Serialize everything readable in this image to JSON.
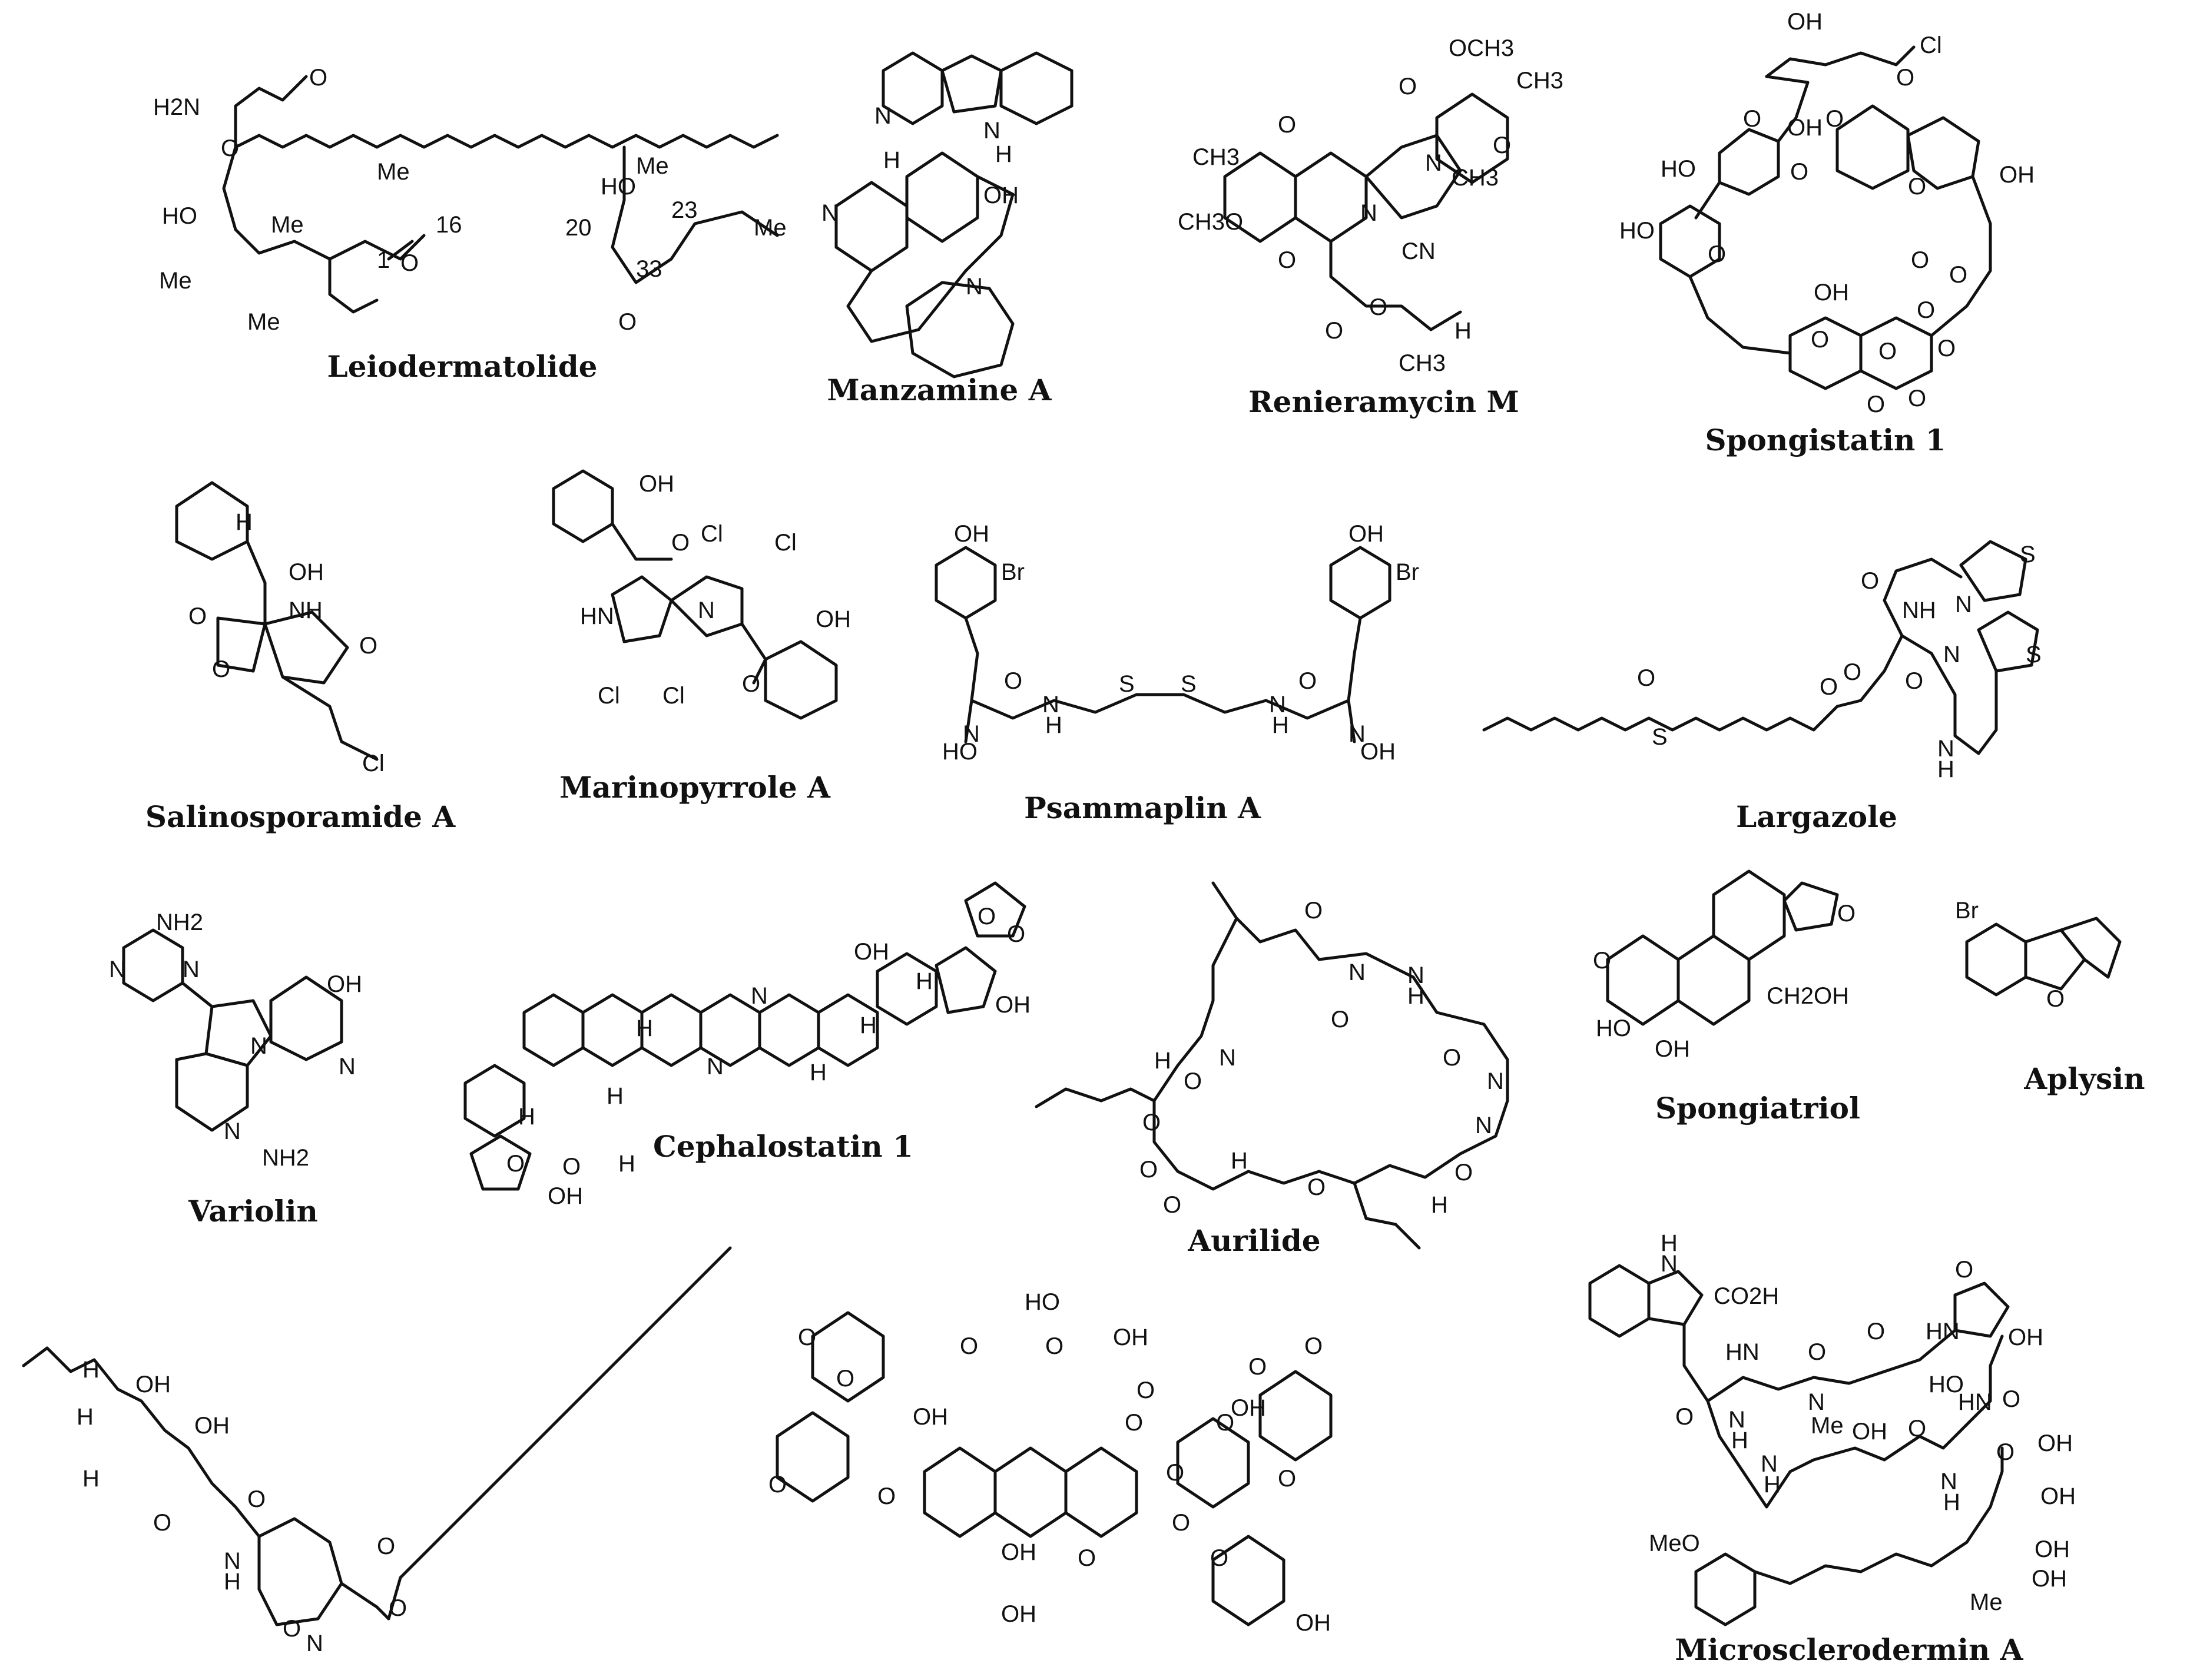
{
  "compounds": [
    {
      "id": "leiodermatolide",
      "label": "Leiodermatolide",
      "atoms": [
        "H2N",
        "O",
        "O",
        "HO",
        "Me",
        "Me",
        "Me",
        "Me",
        "HO",
        "Me",
        "O",
        "O",
        "Me",
        "1",
        "16",
        "20",
        "23",
        "33"
      ]
    },
    {
      "id": "manzamine-a",
      "label": "Manzamine A",
      "atoms": [
        "N",
        "N",
        "H",
        "H",
        "OH",
        "N",
        "N"
      ]
    },
    {
      "id": "renieramycin-m",
      "label": "Renieramycin M",
      "atoms": [
        "OCH3",
        "O",
        "O",
        "CH3",
        "CH3",
        "O",
        "CH3O",
        "O",
        "N",
        "N",
        "CH3",
        "CN",
        "O",
        "O",
        "H",
        "CH3"
      ]
    },
    {
      "id": "spongistatin-1",
      "label": "Spongistatin 1",
      "atoms": [
        "OH",
        "Cl",
        "O",
        "O",
        "OH",
        "O",
        "HO",
        "O",
        "O",
        "OH",
        "HO",
        "O",
        "O",
        "OH",
        "O",
        "O",
        "O",
        "O",
        "O",
        "O",
        "O"
      ]
    },
    {
      "id": "salinosporamide-a",
      "label": "Salinosporamide A",
      "atoms": [
        "H",
        "OH",
        "O",
        "NH",
        "O",
        "O",
        "Cl"
      ]
    },
    {
      "id": "marinopyrrole-a",
      "label": "Marinopyrrole A",
      "atoms": [
        "OH",
        "O",
        "Cl",
        "Cl",
        "HN",
        "N",
        "Cl",
        "Cl",
        "O",
        "OH"
      ]
    },
    {
      "id": "psammaplin-a",
      "label": "Psammaplin A",
      "atoms": [
        "OH",
        "Br",
        "OH",
        "Br",
        "O",
        "N",
        "H",
        "S",
        "S",
        "N",
        "H",
        "O",
        "N",
        "HO",
        "N",
        "OH"
      ]
    },
    {
      "id": "largazole",
      "label": "Largazole",
      "atoms": [
        "O",
        "S",
        "NH",
        "N",
        "O",
        "N",
        "S",
        "O",
        "S",
        "O",
        "O",
        "N",
        "H"
      ]
    },
    {
      "id": "variolin",
      "label": "Variolin",
      "atoms": [
        "NH2",
        "N",
        "N",
        "OH",
        "N",
        "N",
        "N",
        "NH2"
      ]
    },
    {
      "id": "cephalostatin-1",
      "label": "Cephalostatin 1",
      "atoms": [
        "OH",
        "O",
        "O",
        "OH",
        "N",
        "N",
        "H",
        "H",
        "H",
        "H",
        "H",
        "H",
        "O",
        "O",
        "OH",
        "H"
      ]
    },
    {
      "id": "aurilide",
      "label": "Aurilide",
      "atoms": [
        "O",
        "N",
        "O",
        "N",
        "H",
        "O",
        "N",
        "N",
        "O",
        "H",
        "O",
        "O",
        "H",
        "O",
        "O",
        "N",
        "O",
        "H"
      ]
    },
    {
      "id": "spongiatriol",
      "label": "Spongiatriol",
      "atoms": [
        "O",
        "O",
        "HO",
        "OH",
        "CH2OH"
      ]
    },
    {
      "id": "aplysin",
      "label": "Aplysin",
      "atoms": [
        "Br",
        "O"
      ]
    },
    {
      "id": "unnamed-aminolactam",
      "label": "",
      "atoms": [
        "H",
        "OH",
        "H",
        "OH",
        "H",
        "O",
        "O",
        "N",
        "H",
        "O",
        "N",
        "O",
        "O"
      ]
    },
    {
      "id": "unnamed-glycoside",
      "label": "",
      "atoms": [
        "HO",
        "OH",
        "O",
        "O",
        "O",
        "O",
        "O",
        "O",
        "O",
        "O",
        "OH",
        "OH",
        "O",
        "O",
        "O",
        "O",
        "O",
        "OH",
        "OH",
        "O",
        "O",
        "O",
        "OH"
      ]
    },
    {
      "id": "microsclerodermin-a",
      "label": "Microsclerodermin A",
      "atoms": [
        "H",
        "N",
        "CO2H",
        "O",
        "HN",
        "O",
        "HN",
        "N",
        "O",
        "OH",
        "Me",
        "O",
        "HO",
        "N",
        "H",
        "O",
        "HN",
        "O",
        "N",
        "H",
        "OH",
        "O",
        "OH",
        "N",
        "H",
        "OH",
        "OH",
        "MeO",
        "Me",
        "OH"
      ]
    }
  ]
}
